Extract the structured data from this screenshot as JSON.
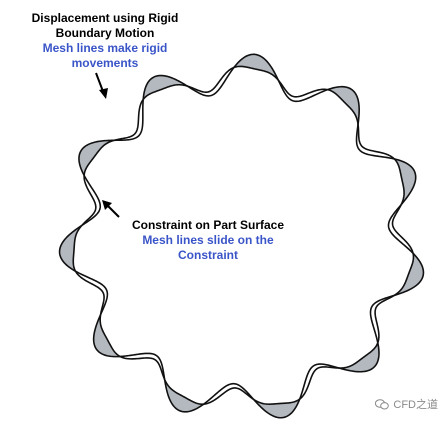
{
  "annotations": {
    "rigid": {
      "title_line1": "Displacement using Rigid",
      "title_line2": "Boundary Motion",
      "desc_line1": "Mesh lines make rigid",
      "desc_line2": "movements"
    },
    "constraint": {
      "title_line1": "Constraint on Part Surface",
      "desc_line1": "Mesh lines slide on the",
      "desc_line2": "Constraint"
    }
  },
  "watermark": {
    "text": "CFD之道",
    "icon": "wechat-icon"
  },
  "colors": {
    "fill": "#b4b9bf",
    "stroke": "#111111",
    "text_black": "#000000",
    "text_blue": "#3a55c8",
    "watermark": "#8a8a8a"
  }
}
